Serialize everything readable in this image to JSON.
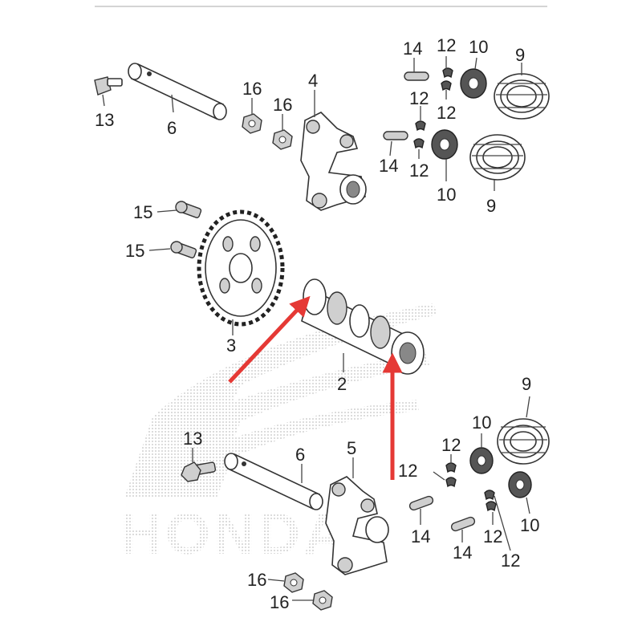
{
  "diagram": {
    "watermark_text": "HONDA",
    "arrow_color": "#e53935",
    "line_color": "#333333",
    "callouts": [
      {
        "id": "c13a",
        "label": "13"
      },
      {
        "id": "c6a",
        "label": "6"
      },
      {
        "id": "c16a",
        "label": "16"
      },
      {
        "id": "c16b",
        "label": "16"
      },
      {
        "id": "c4",
        "label": "4"
      },
      {
        "id": "c14a",
        "label": "14"
      },
      {
        "id": "c12a",
        "label": "12"
      },
      {
        "id": "c12b",
        "label": "12"
      },
      {
        "id": "c12c",
        "label": "12"
      },
      {
        "id": "c12d",
        "label": "12"
      },
      {
        "id": "c10a",
        "label": "10"
      },
      {
        "id": "c9a",
        "label": "9"
      },
      {
        "id": "c14b",
        "label": "14"
      },
      {
        "id": "c10b",
        "label": "10"
      },
      {
        "id": "c9b",
        "label": "9"
      },
      {
        "id": "c15a",
        "label": "15"
      },
      {
        "id": "c15b",
        "label": "15"
      },
      {
        "id": "c3",
        "label": "3"
      },
      {
        "id": "c2",
        "label": "2"
      },
      {
        "id": "c9c",
        "label": "9"
      },
      {
        "id": "c13b",
        "label": "13"
      },
      {
        "id": "c6b",
        "label": "6"
      },
      {
        "id": "c5",
        "label": "5"
      },
      {
        "id": "c10c",
        "label": "10"
      },
      {
        "id": "c12e",
        "label": "12"
      },
      {
        "id": "c12f",
        "label": "12"
      },
      {
        "id": "c10d",
        "label": "10"
      },
      {
        "id": "c14c",
        "label": "14"
      },
      {
        "id": "c14d",
        "label": "14"
      },
      {
        "id": "c12g",
        "label": "12"
      },
      {
        "id": "c12h",
        "label": "12"
      },
      {
        "id": "c16c",
        "label": "16"
      },
      {
        "id": "c16d",
        "label": "16"
      }
    ]
  }
}
